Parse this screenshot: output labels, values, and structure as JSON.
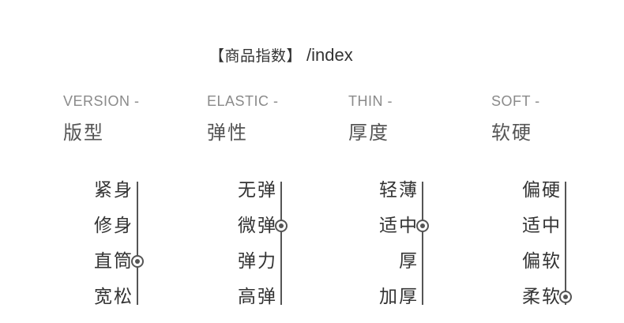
{
  "title": {
    "cn": "【商品指数】",
    "en": "/index"
  },
  "columns": [
    {
      "en": "VERSION -",
      "cn": "版型",
      "levels": [
        "紧身",
        "修身",
        "直筒",
        "宽松"
      ],
      "selected_index": 2
    },
    {
      "en": "ELASTIC -",
      "cn": "弹性",
      "levels": [
        "无弹",
        "微弹",
        "弹力",
        "高弹"
      ],
      "selected_index": 1
    },
    {
      "en": "THIN -",
      "cn": "厚度",
      "levels": [
        "轻薄",
        "适中",
        "厚",
        "加厚"
      ],
      "selected_index": 1
    },
    {
      "en": "SOFT -",
      "cn": "软硬",
      "levels": [
        "偏硬",
        "适中",
        "偏软",
        "柔软"
      ],
      "selected_index": 3
    }
  ]
}
